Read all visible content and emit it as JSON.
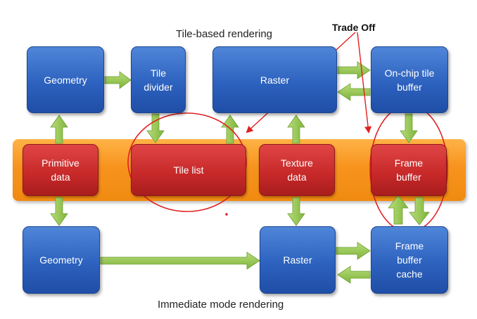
{
  "captions": {
    "top": "Tile-based rendering",
    "bottom": "Immediate mode rendering",
    "trade_off": "Trade Off"
  },
  "boxes": {
    "geometry_top": "Geometry",
    "tile_divider": "Tile\ndivider",
    "raster_top": "Raster",
    "onchip_tile_buffer": "On-chip tile\nbuffer",
    "primitive_data": "Primitive\ndata",
    "tile_list": "Tile list",
    "texture_data": "Texture\ndata",
    "frame_buffer": "Frame\nbuffer",
    "geometry_bottom": "Geometry",
    "raster_bottom": "Raster",
    "frame_buffer_cache": "Frame\nbuffer\ncache"
  },
  "colors": {
    "box_blue": "#2d62bf",
    "box_red": "#c62828",
    "memory_band": "#f7931e",
    "arrow_green": "#92c94a",
    "highlight_red": "#e02020"
  }
}
